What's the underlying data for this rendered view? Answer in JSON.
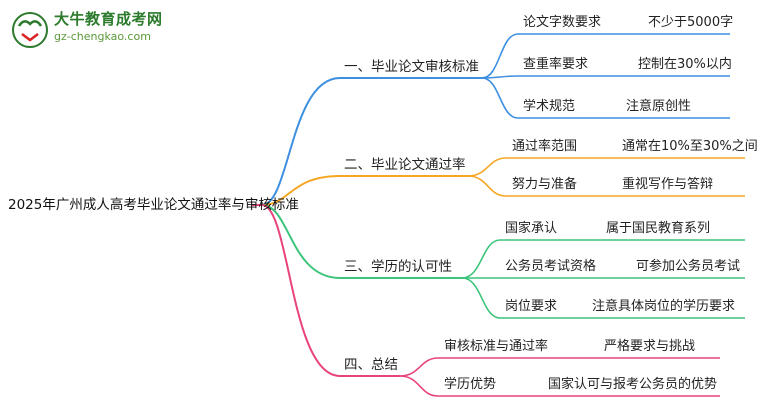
{
  "logo": {
    "name": "大牛教育成考网",
    "url": "gz-chengkao.com"
  },
  "root": "2025年广州成人高考毕业论文通过率与审核标准",
  "colors": {
    "blue": "#3d8fe0",
    "orange": "#f5a623",
    "green": "#3cc47a",
    "pink": "#e8437a"
  },
  "branches": [
    {
      "label": "一、毕业论文审核标准",
      "color": "blue",
      "items": [
        {
          "key": "论文字数要求",
          "value": "不少于5000字"
        },
        {
          "key": "查重率要求",
          "value": "控制在30%以内"
        },
        {
          "key": "学术规范",
          "value": "注意原创性"
        }
      ]
    },
    {
      "label": "二、毕业论文通过率",
      "color": "orange",
      "items": [
        {
          "key": "通过率范围",
          "value": "通常在10%至30%之间"
        },
        {
          "key": "努力与准备",
          "value": "重视写作与答辩"
        }
      ]
    },
    {
      "label": "三、学历的认可性",
      "color": "green",
      "items": [
        {
          "key": "国家承认",
          "value": "属于国民教育系列"
        },
        {
          "key": "公务员考试资格",
          "value": "可参加公务员考试"
        },
        {
          "key": "岗位要求",
          "value": "注意具体岗位的学历要求"
        }
      ]
    },
    {
      "label": "四、总结",
      "color": "pink",
      "items": [
        {
          "key": "审核标准与通过率",
          "value": "严格要求与挑战"
        },
        {
          "key": "学历优势",
          "value": "国家认可与报考公务员的优势"
        }
      ]
    }
  ]
}
